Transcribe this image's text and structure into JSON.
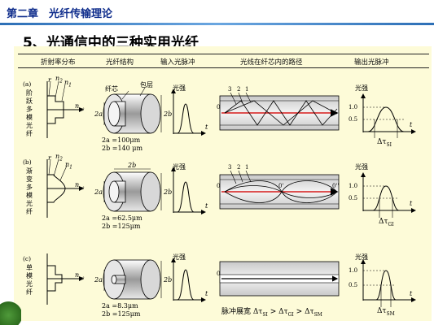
{
  "header": {
    "chapter": "第二章　光纤传输理论"
  },
  "slide_title": "5、光通信中的三种实用光纤",
  "table_headers": [
    "折射率分布",
    "光纤结构",
    "输入光脉冲",
    "光线在纤芯内的路径",
    "输出光脉冲"
  ],
  "rows": [
    {
      "id": "(a)",
      "chars": [
        "阶",
        "跃",
        "多",
        "模",
        "光",
        "纤"
      ],
      "dims": [
        "2a =100μm",
        "2b =140 μm"
      ],
      "core_label": "纤芯",
      "clad_label": "包层",
      "out_pulse": "Δτ",
      "out_sub": "SI",
      "rays": [
        "3",
        "2",
        "1"
      ],
      "zero": "0"
    },
    {
      "id": "(b)",
      "chars": [
        "渐",
        "变",
        "多",
        "模",
        "光",
        "纤"
      ],
      "dims": [
        "2a =62.5μm",
        "2b =125μm"
      ],
      "out_pulse": "Δτ",
      "out_sub": "GI",
      "rays": [
        "3",
        "2",
        "1"
      ],
      "zero": "0",
      "zero2": "0'",
      "zero3": "0''"
    },
    {
      "id": "(c)",
      "chars": [
        "单",
        "模",
        "光",
        "纤"
      ],
      "dims": [
        "2a =8.3μm",
        "2b =125μm"
      ],
      "out_pulse": "Δτ",
      "out_sub": "SM",
      "zero": "0"
    }
  ],
  "labels": {
    "r": "r",
    "n2": "n",
    "n2sub": "2",
    "n1": "n",
    "n1sub": "1",
    "nr": "n",
    "nrsub": "(r)",
    "two_a": "2a",
    "two_b": "2b",
    "intensity": "光强",
    "t": "t",
    "y10": "1.0",
    "y05": "0.5"
  },
  "footer_prefix": "脉冲展宽",
  "footer_d1": "Δτ",
  "footer_s1": "SI",
  "footer_gt1": "> Δτ",
  "footer_s2": "GI",
  "footer_gt2": "> Δτ",
  "footer_s3": "SM"
}
